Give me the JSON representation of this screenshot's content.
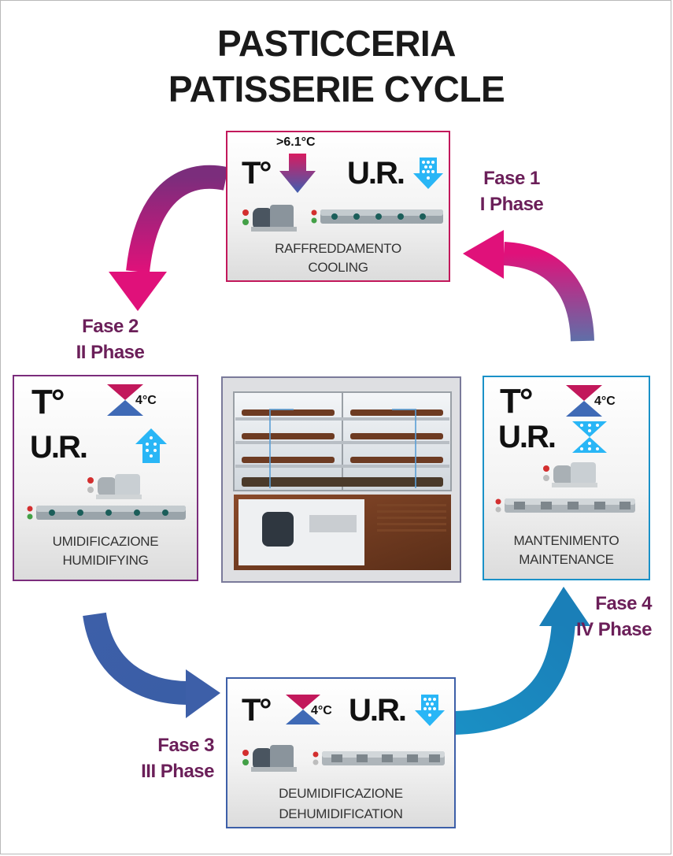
{
  "title": {
    "line1": "PASTICCERIA",
    "line2": "PATISSERIE CYCLE"
  },
  "colors": {
    "phase_text": "#6b1f59",
    "phase1_border": "#c2185b",
    "phase2_border": "#7b2d7c",
    "phase3_border": "#3d5fa8",
    "phase4_border": "#1a91c8",
    "humidity_blue": "#29b6f6"
  },
  "labels": {
    "temperature": "T°",
    "humidity": "U.R."
  },
  "phases": [
    {
      "label_line1": "Fase 1",
      "label_line2": "I Phase",
      "setpoint": ">6.1°C",
      "caption_it": "RAFFREDDAMENTO",
      "caption_en": "COOLING",
      "humidity_icon": "humidity-down-icon"
    },
    {
      "label_line1": "Fase 2",
      "label_line2": "II Phase",
      "setpoint": "4°C",
      "caption_it": "UMIDIFICAZIONE",
      "caption_en": "HUMIDIFYING",
      "humidity_icon": "humidity-up-icon"
    },
    {
      "label_line1": "Fase 3",
      "label_line2": "III Phase",
      "setpoint": "4°C",
      "caption_it": "DEUMIDIFICAZIONE",
      "caption_en": "DEHUMIDIFICATION",
      "humidity_icon": "humidity-down-icon"
    },
    {
      "label_line1": "Fase 4",
      "label_line2": "IV Phase",
      "setpoint": "4°C",
      "caption_it": "MANTENIMENTO",
      "caption_en": "MAINTENANCE",
      "humidity_icon": "humidity-stable-icon"
    }
  ]
}
